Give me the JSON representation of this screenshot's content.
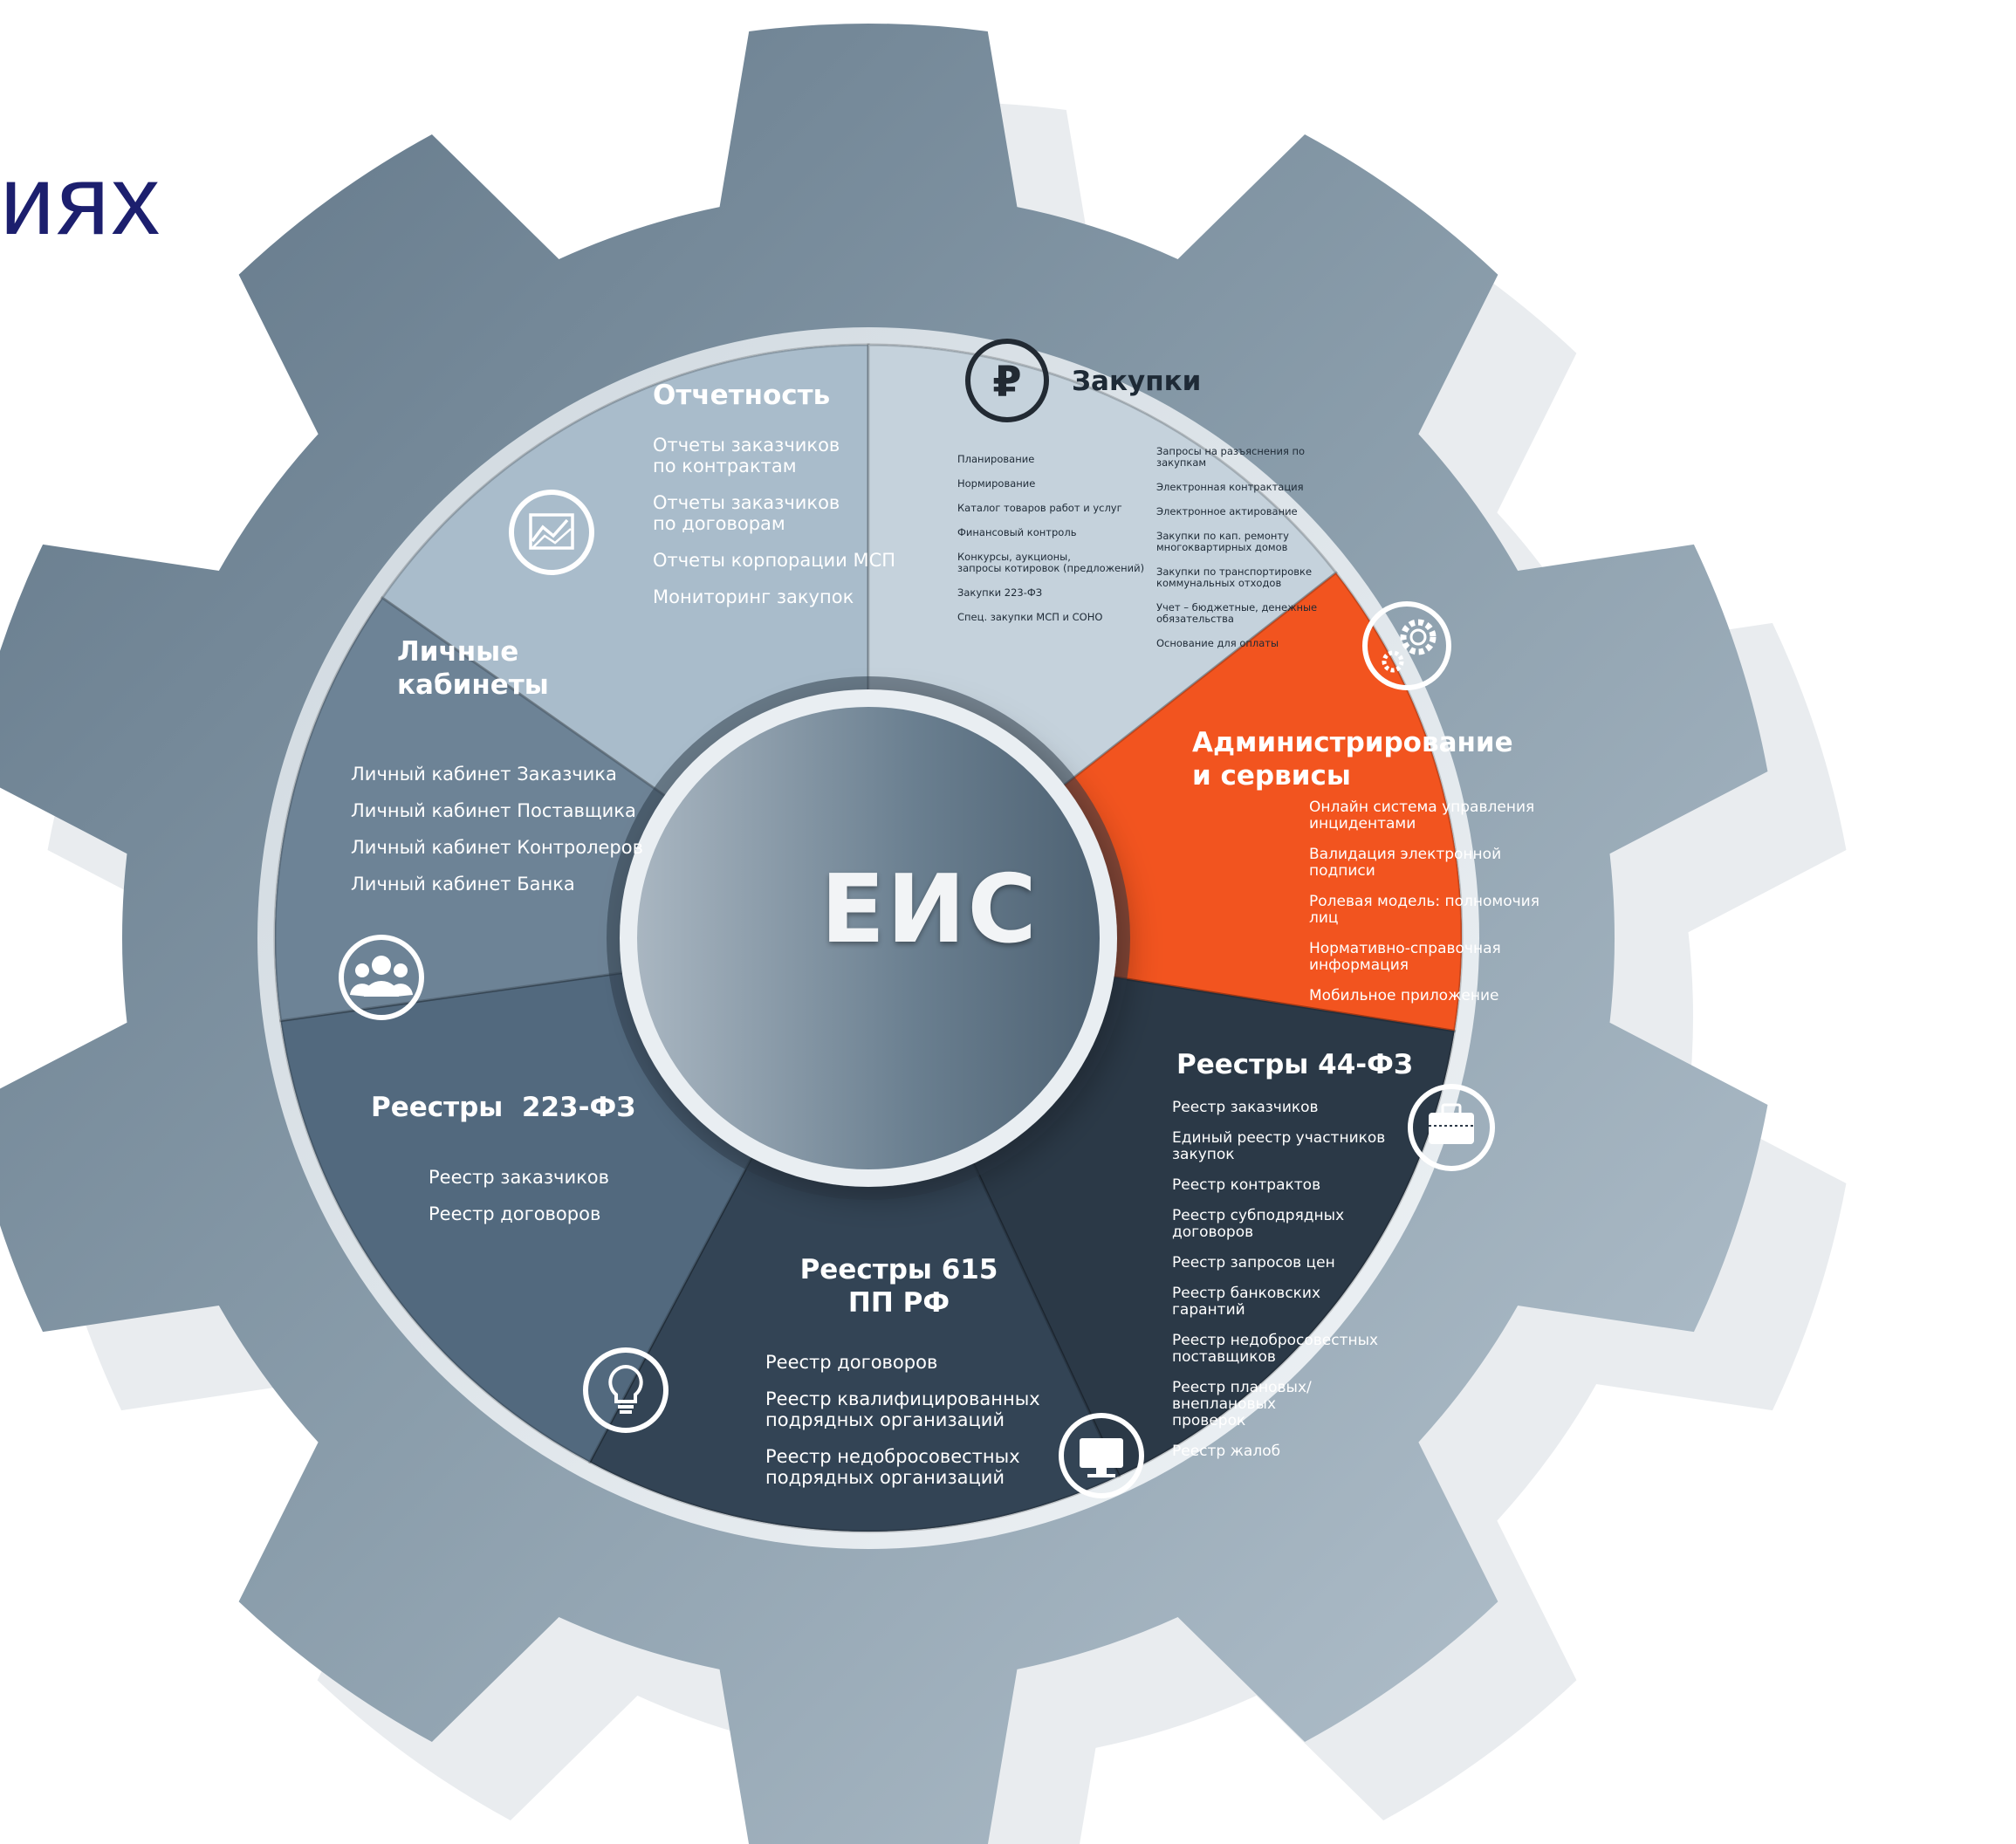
{
  "title_fragment": "иях",
  "center": {
    "label": "ЕИС"
  },
  "colors": {
    "gear": "#6f8596",
    "segment_reporting": "#a9bccb",
    "segment_purchases": "#c5d2dc",
    "segment_admin": "#f2541f",
    "segment_reg44": "#2b3947",
    "segment_reg615": "#334455",
    "segment_reg223": "#52697e",
    "segment_cabinets": "#6d8396"
  },
  "segments": {
    "reporting": {
      "icon": "chart-icon",
      "title": "Отчетность",
      "items": [
        "Отчеты заказчиков\nпо контрактам",
        "Отчеты заказчиков\nпо договорам",
        "Отчеты корпорации МСП",
        "Мониторинг закупок"
      ]
    },
    "purchases": {
      "icon": "ruble-icon",
      "icon_glyph": "₽",
      "title": "Закупки",
      "col1": [
        "Планирование",
        "Нормирование",
        "Каталог товаров работ и услуг",
        "Финансовый контроль",
        "Конкурсы, аукционы,\nзапросы котировок (предложений)",
        "Закупки 223-ФЗ",
        "Спец. закупки МСП и СОНО"
      ],
      "col2": [
        "Запросы на разъяснения по\n закупкам",
        "Электронная контрактация",
        "Электронное актирование",
        "Закупки по кап. ремонту\nмногоквартирных домов",
        "Закупки по транспортировке\nкоммунальных отходов",
        "Учет – бюджетные, денежные\nобязательства",
        "Основание для оплаты"
      ]
    },
    "admin": {
      "icon": "gears-icon",
      "title_line1": "Администрирование",
      "title_line2": "и сервисы",
      "items": [
        "Онлайн система управления\nинцидентами",
        "Валидация электронной\nподписи",
        "Ролевая модель: полномочия\nлиц",
        "Нормативно-справочная\nинформация",
        "Мобильное приложение"
      ]
    },
    "reg44": {
      "icon": "briefcase-icon",
      "title": "Реестры 44-ФЗ",
      "items": [
        "Реестр заказчиков",
        "Единый реестр участников\nзакупок",
        "Реестр контрактов",
        "Реестр субподрядных\nдоговоров",
        "Реестр запросов цен",
        "Реестр банковских гарантий",
        "Реестр недобросовестных\nпоставщиков",
        "Реестр плановых/внеплановых\nпроверок",
        "Реестр жалоб"
      ]
    },
    "reg615": {
      "icon": "monitor-icon",
      "title_line1": "Реестры 615",
      "title_line2": "ПП РФ",
      "items": [
        "Реестр договоров",
        "Реестр квалифицированных\nподрядных организаций",
        "Реестр недобросовестных\nподрядных организаций"
      ]
    },
    "reg223": {
      "icon": "lightbulb-icon",
      "title": "Реестры  223-ФЗ",
      "items": [
        "Реестр заказчиков",
        "Реестр договоров"
      ]
    },
    "cabinets": {
      "icon": "users-icon",
      "title_line1": "Личные",
      "title_line2": "кабинеты",
      "items": [
        "Личный кабинет Заказчика",
        "Личный кабинет Поставщика",
        "Личный кабинет Контролеров",
        "Личный кабинет Банка"
      ]
    }
  }
}
